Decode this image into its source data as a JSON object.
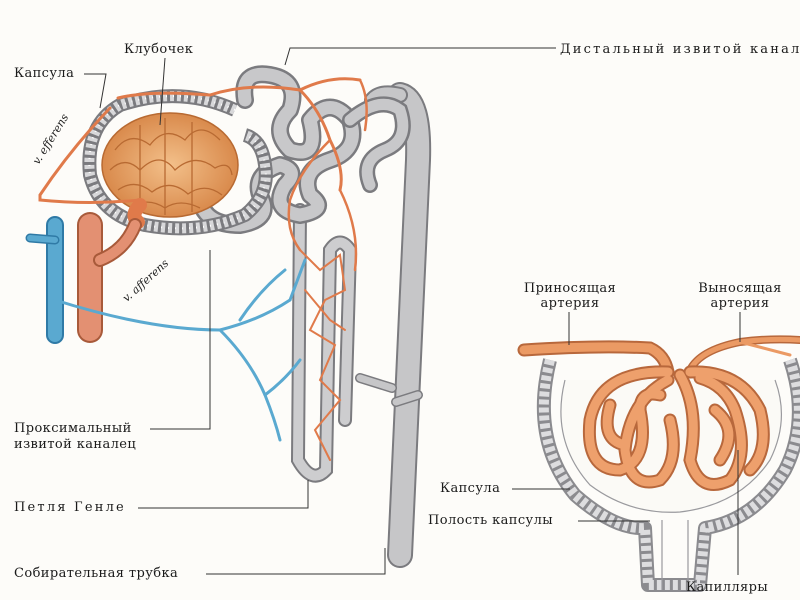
{
  "labels": {
    "capsule_left": "Капсула",
    "glomerulus": "Клубочек",
    "distal_tubule": "Дистальный извитой канал",
    "proximal_line1": "Проксимальный",
    "proximal_line2": "извитой каналец",
    "henle_loop": "Петля Генле",
    "collecting_duct": "Собирательная трубка",
    "v_efferens": "v. efferens",
    "v_afferens": "v. afferens",
    "afferent_artery_line1": "Приносящая",
    "afferent_artery_line2": "артерия",
    "efferent_artery_line1": "Выносящая",
    "efferent_artery_line2": "артерия",
    "capsule_right": "Капсула",
    "capsule_cavity": "Полость капсулы",
    "capillaries": "Капилляры"
  },
  "colors": {
    "tubule": "#bdbdbf",
    "tubule_edge": "#7b7b7f",
    "artery": "#e07a4a",
    "glomerulus": "#e8a062",
    "vein": "#5aa9d0",
    "capsule_wall": "#c9c9c9"
  }
}
